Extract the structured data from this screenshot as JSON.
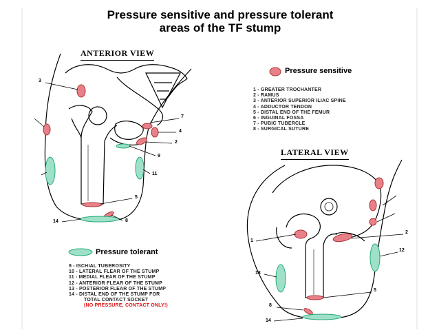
{
  "title": {
    "line1": "Pressure sensitive and pressure tolerant",
    "line2": "areas of the TF stump"
  },
  "views": {
    "anterior": "ANTERIOR VIEW",
    "lateral": "LATERAL VIEW"
  },
  "legend": {
    "sensitive": {
      "label": "Pressure sensitive",
      "color": "#e8808a",
      "items": [
        "1 - GREATER TROCHANTER",
        "2 - RAMUS",
        "3 - ANTERIOR SUPERIOR ILIAC SPINE",
        "4 - ADDUCTOR TENDON",
        "5 - DISTAL END OF THE FEMUR",
        "6 - INGUINAL FOSSA",
        "7 - PUBIC TUBERCLE",
        "8 - SURGICAL SUTURE"
      ]
    },
    "tolerant": {
      "label": "Pressure tolerant",
      "color": "#9fe0c8",
      "items": [
        "9 - ISCHIAL TUBEROSITY",
        "10 - LATERAL FLEAR OF THE STUMP",
        "11 - MEDIAL FLEAR OF THE STUMP",
        "12 - ANTERIOR FLEAR OF THE STUMP",
        "13 - POSTERIOR FLEAR OF THE STUMP",
        "14 - DISTAL END OF THE STUMP FOR",
        "TOTAL CONTACT SOCKET",
        "(NO PRESSURE, CONTACT ONLY!)"
      ]
    }
  },
  "anterior_numbers": [
    "3",
    "7",
    "4",
    "2",
    "9",
    "11",
    "5",
    "8",
    "14"
  ],
  "lateral_numbers": [
    "2",
    "1",
    "12",
    "13",
    "5",
    "8",
    "14"
  ]
}
